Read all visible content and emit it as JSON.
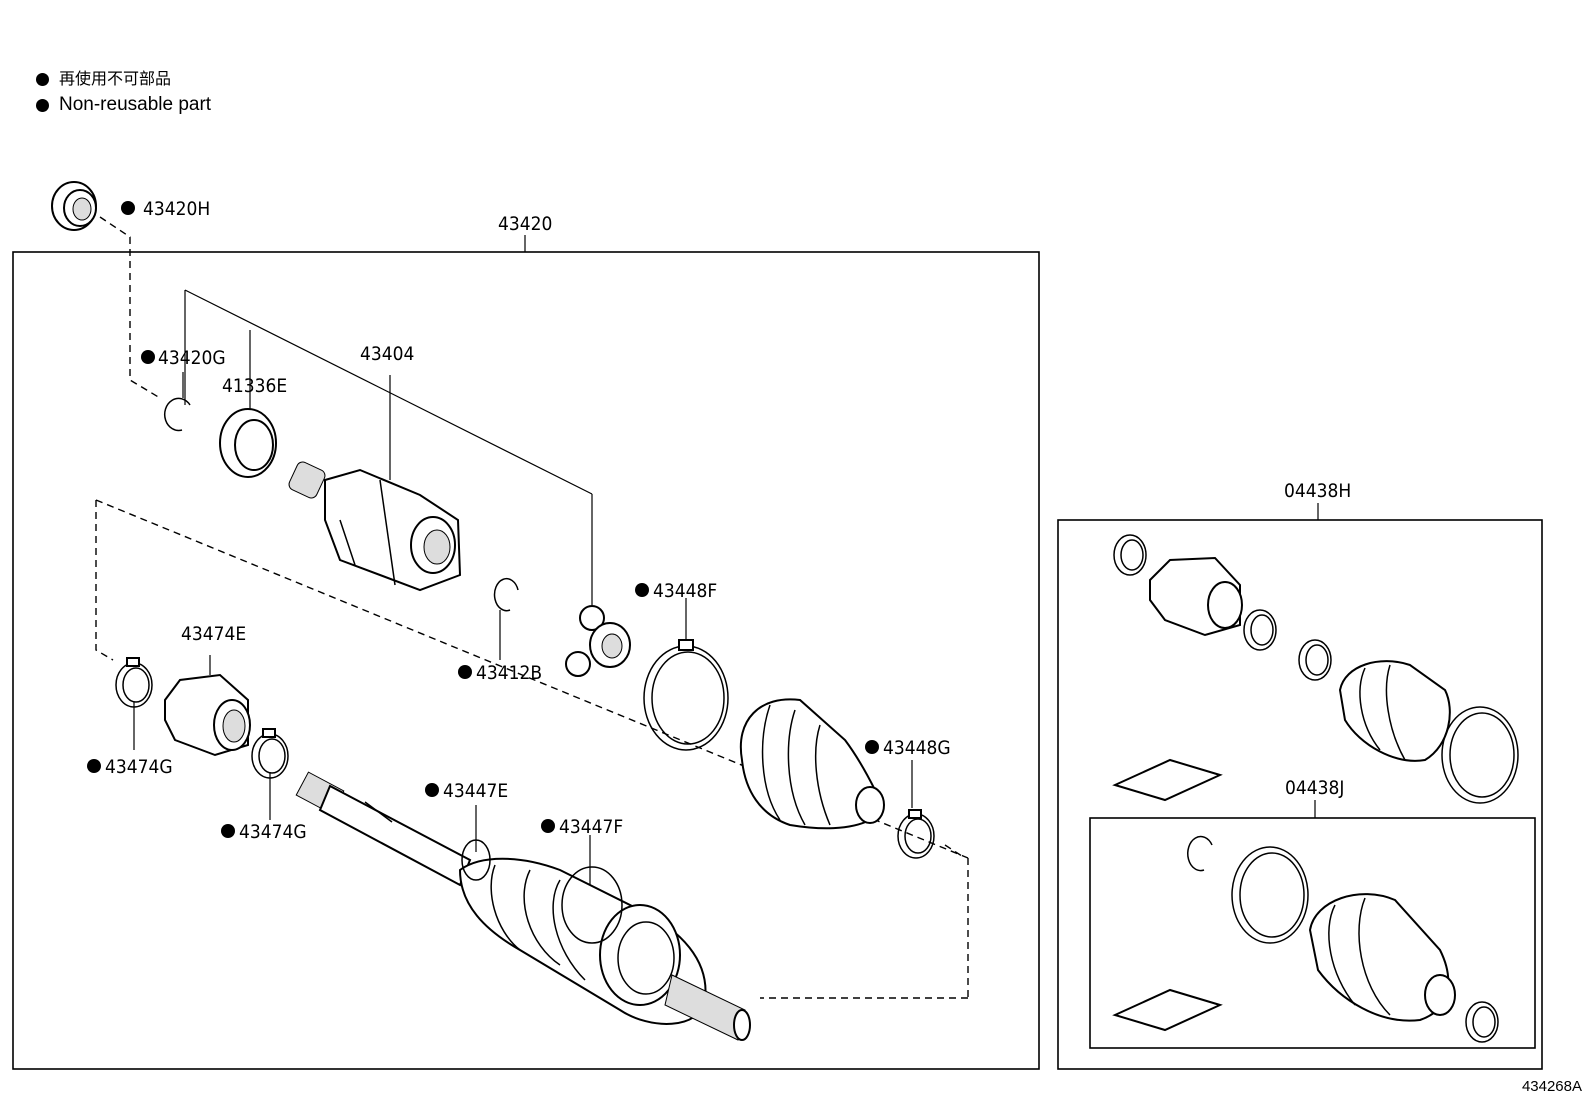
{
  "legend": {
    "jp": "再使用不可部品",
    "en": "Non-reusable part"
  },
  "figure_code": "434268A",
  "assemblies": {
    "main": "43420",
    "kit1": "04438H",
    "kit2": "04438J"
  },
  "parts": {
    "p43420H": "43420H",
    "p43420G": "43420G",
    "p41336E": "41336E",
    "p43404": "43404",
    "p43412B": "43412B",
    "p43448F": "43448F",
    "p43448G": "43448G",
    "p43474E": "43474E",
    "p43474G_a": "43474G",
    "p43474G_b": "43474G",
    "p43447E": "43447E",
    "p43447F": "43447F"
  }
}
